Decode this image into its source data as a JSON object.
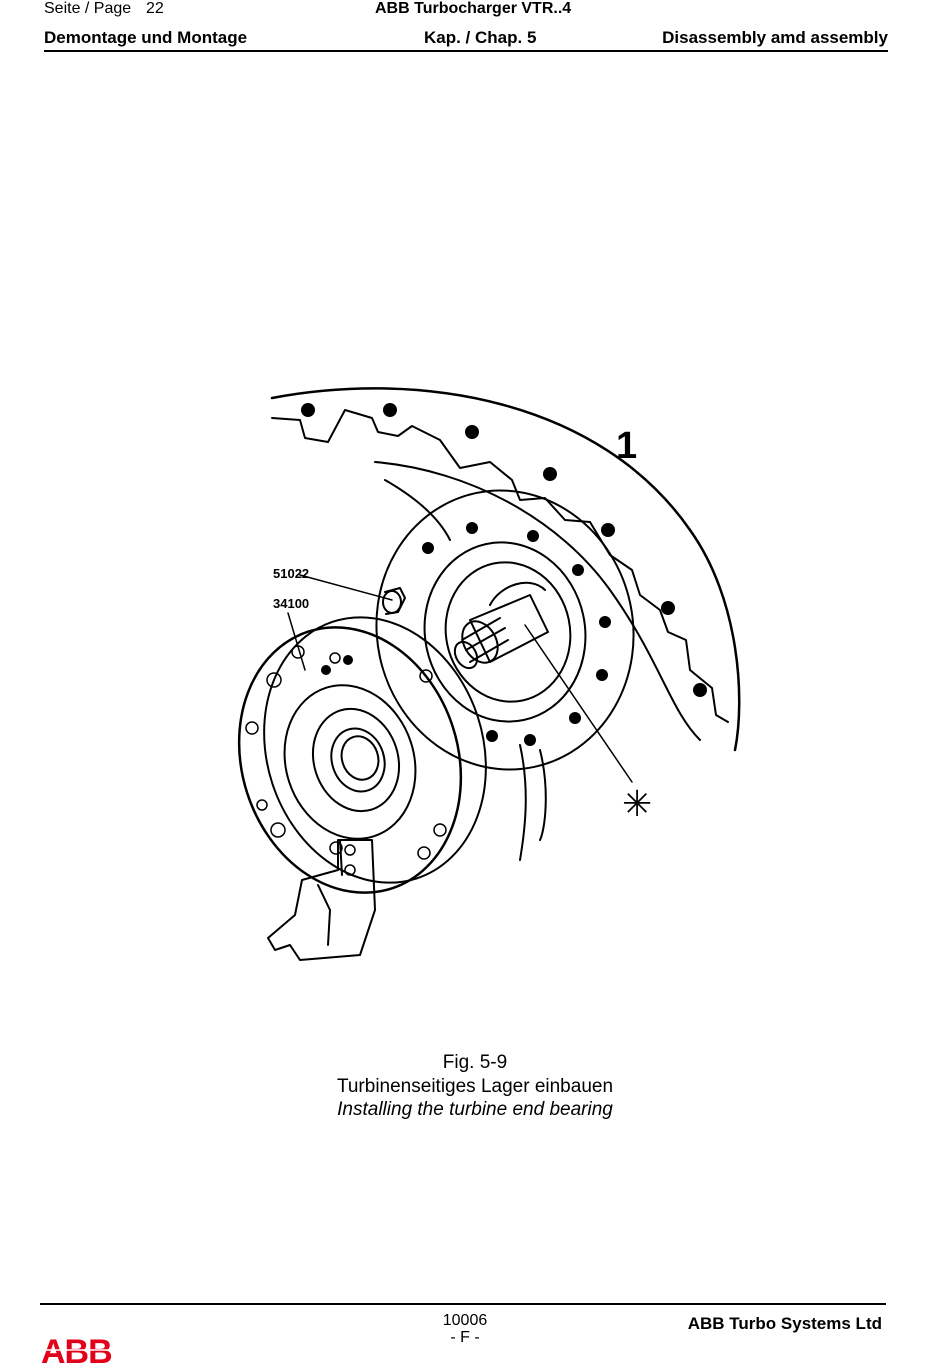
{
  "header": {
    "page_label": "Seite / Page",
    "page_number": "22",
    "product": "ABB Turbocharger VTR..4",
    "section_de": "Demontage und Montage",
    "chapter": "Kap. / Chap. 5",
    "section_en": "Disassembly amd assembly"
  },
  "figure": {
    "callout_main": "1",
    "callout_part_a": "51022",
    "callout_part_b": "34100",
    "callout_symbol": "✳"
  },
  "caption": {
    "fig_number": "Fig. 5-9",
    "title_de": "Turbinenseitiges Lager einbauen",
    "title_en": "Installing the turbine end bearing"
  },
  "footer": {
    "doc_number": "10006",
    "revision": "- F -",
    "company": "ABB Turbo Systems Ltd",
    "logo_text": "ABB",
    "brand_color": "#e2001a"
  }
}
